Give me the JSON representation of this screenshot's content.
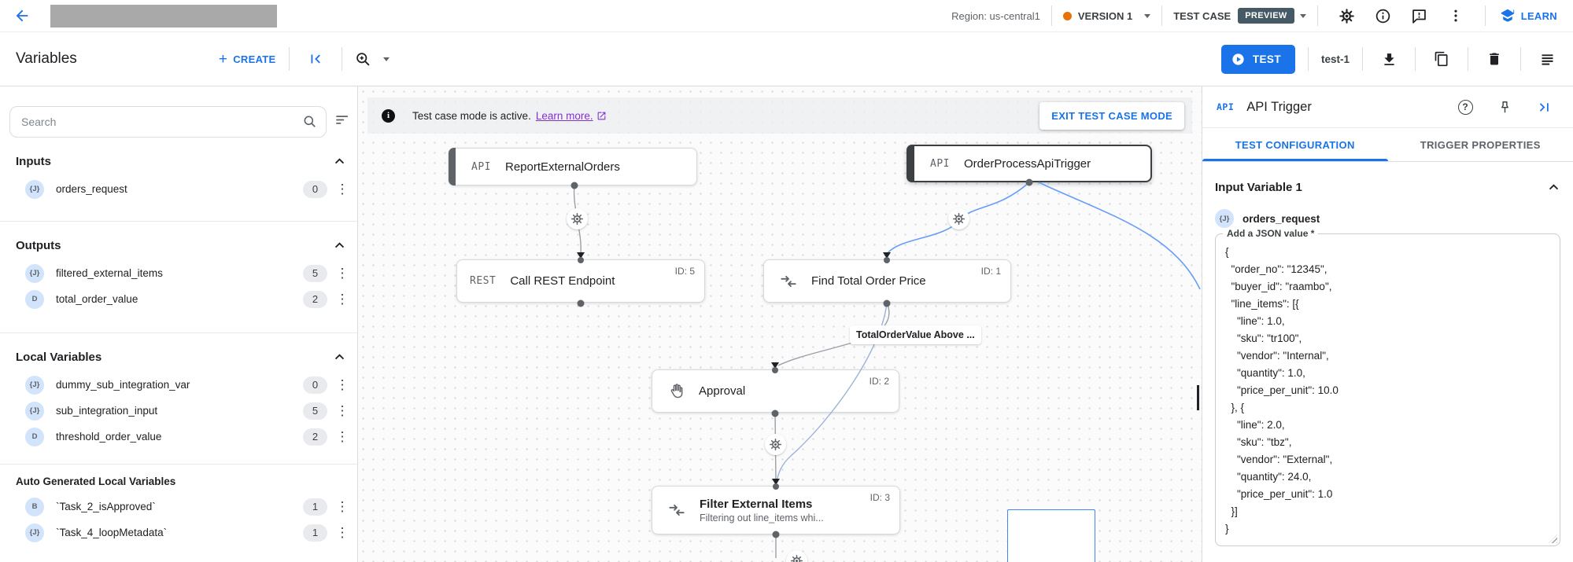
{
  "app_bar": {
    "region": "Region: us-central1",
    "version": {
      "label": "VERSION 1",
      "dot_color": "#e8710a"
    },
    "test_case": {
      "label": "TEST CASE",
      "badge": "PREVIEW",
      "badge_bg": "#455a64"
    },
    "learn_label": "LEARN"
  },
  "toolbar": {
    "title": "Variables",
    "create_label": "CREATE",
    "test_label": "TEST",
    "test_case_name": "test-1"
  },
  "sidebar": {
    "search_placeholder": "Search",
    "sections": [
      {
        "title": "Inputs",
        "items": [
          {
            "icon": "{J}",
            "name": "orders_request",
            "count": "0"
          }
        ]
      },
      {
        "title": "Outputs",
        "items": [
          {
            "icon": "{J}",
            "name": "filtered_external_items",
            "count": "5"
          },
          {
            "icon": "D",
            "name": "total_order_value",
            "count": "2"
          }
        ]
      },
      {
        "title": "Local Variables",
        "items": [
          {
            "icon": "{J}",
            "name": "dummy_sub_integration_var",
            "count": "0"
          },
          {
            "icon": "{J}",
            "name": "sub_integration_input",
            "count": "5"
          },
          {
            "icon": "D",
            "name": "threshold_order_value",
            "count": "2"
          }
        ]
      },
      {
        "title": "Auto Generated Local Variables",
        "items": [
          {
            "icon": "B",
            "name": "`Task_2_isApproved`",
            "count": "1"
          },
          {
            "icon": "{J}",
            "name": "`Task_4_loopMetadata`",
            "count": "1"
          }
        ]
      }
    ]
  },
  "canvas": {
    "banner": {
      "message": "Test case mode is active.",
      "link": "Learn more.",
      "exit_button": "EXIT TEST CASE MODE"
    },
    "nodes": {
      "report": {
        "type": "API",
        "title": "ReportExternalOrders"
      },
      "trigger": {
        "type": "API",
        "title": "OrderProcessApiTrigger"
      },
      "rest": {
        "type": "REST",
        "title": "Call REST Endpoint",
        "id": "ID: 5"
      },
      "find": {
        "title": "Find Total Order Price",
        "id": "ID: 1"
      },
      "approval": {
        "title": "Approval",
        "id": "ID: 2"
      },
      "filter": {
        "title": "Filter External Items",
        "id": "ID: 3",
        "subtitle": "Filtering out line_items whi..."
      }
    },
    "edge_label": "TotalOrderValue Above ..."
  },
  "panel": {
    "type_label": "API",
    "title": "API Trigger",
    "tabs": [
      {
        "label": "TEST CONFIGURATION"
      },
      {
        "label": "TRIGGER PROPERTIES"
      }
    ],
    "section_title": "Input Variable 1",
    "variable": {
      "icon": "{J}",
      "name": "orders_request"
    },
    "field_label": "Add a JSON value *",
    "json_value": "{\n  \"order_no\": \"12345\",\n  \"buyer_id\": \"raambo\",\n  \"line_items\": [{\n    \"line\": 1.0,\n    \"sku\": \"tr100\",\n    \"vendor\": \"Internal\",\n    \"quantity\": 1.0,\n    \"price_per_unit\": 10.0\n  }, {\n    \"line\": 2.0,\n    \"sku\": \"tbz\",\n    \"vendor\": \"External\",\n    \"quantity\": 24.0,\n    \"price_per_unit\": 1.0\n  }]\n}"
  },
  "colors": {
    "accent": "#1a73e8",
    "version_dot": "#e8710a",
    "preview_badge_bg": "#455a64",
    "link_purple": "#8430ce",
    "selected_node_border": "#3c4043"
  }
}
